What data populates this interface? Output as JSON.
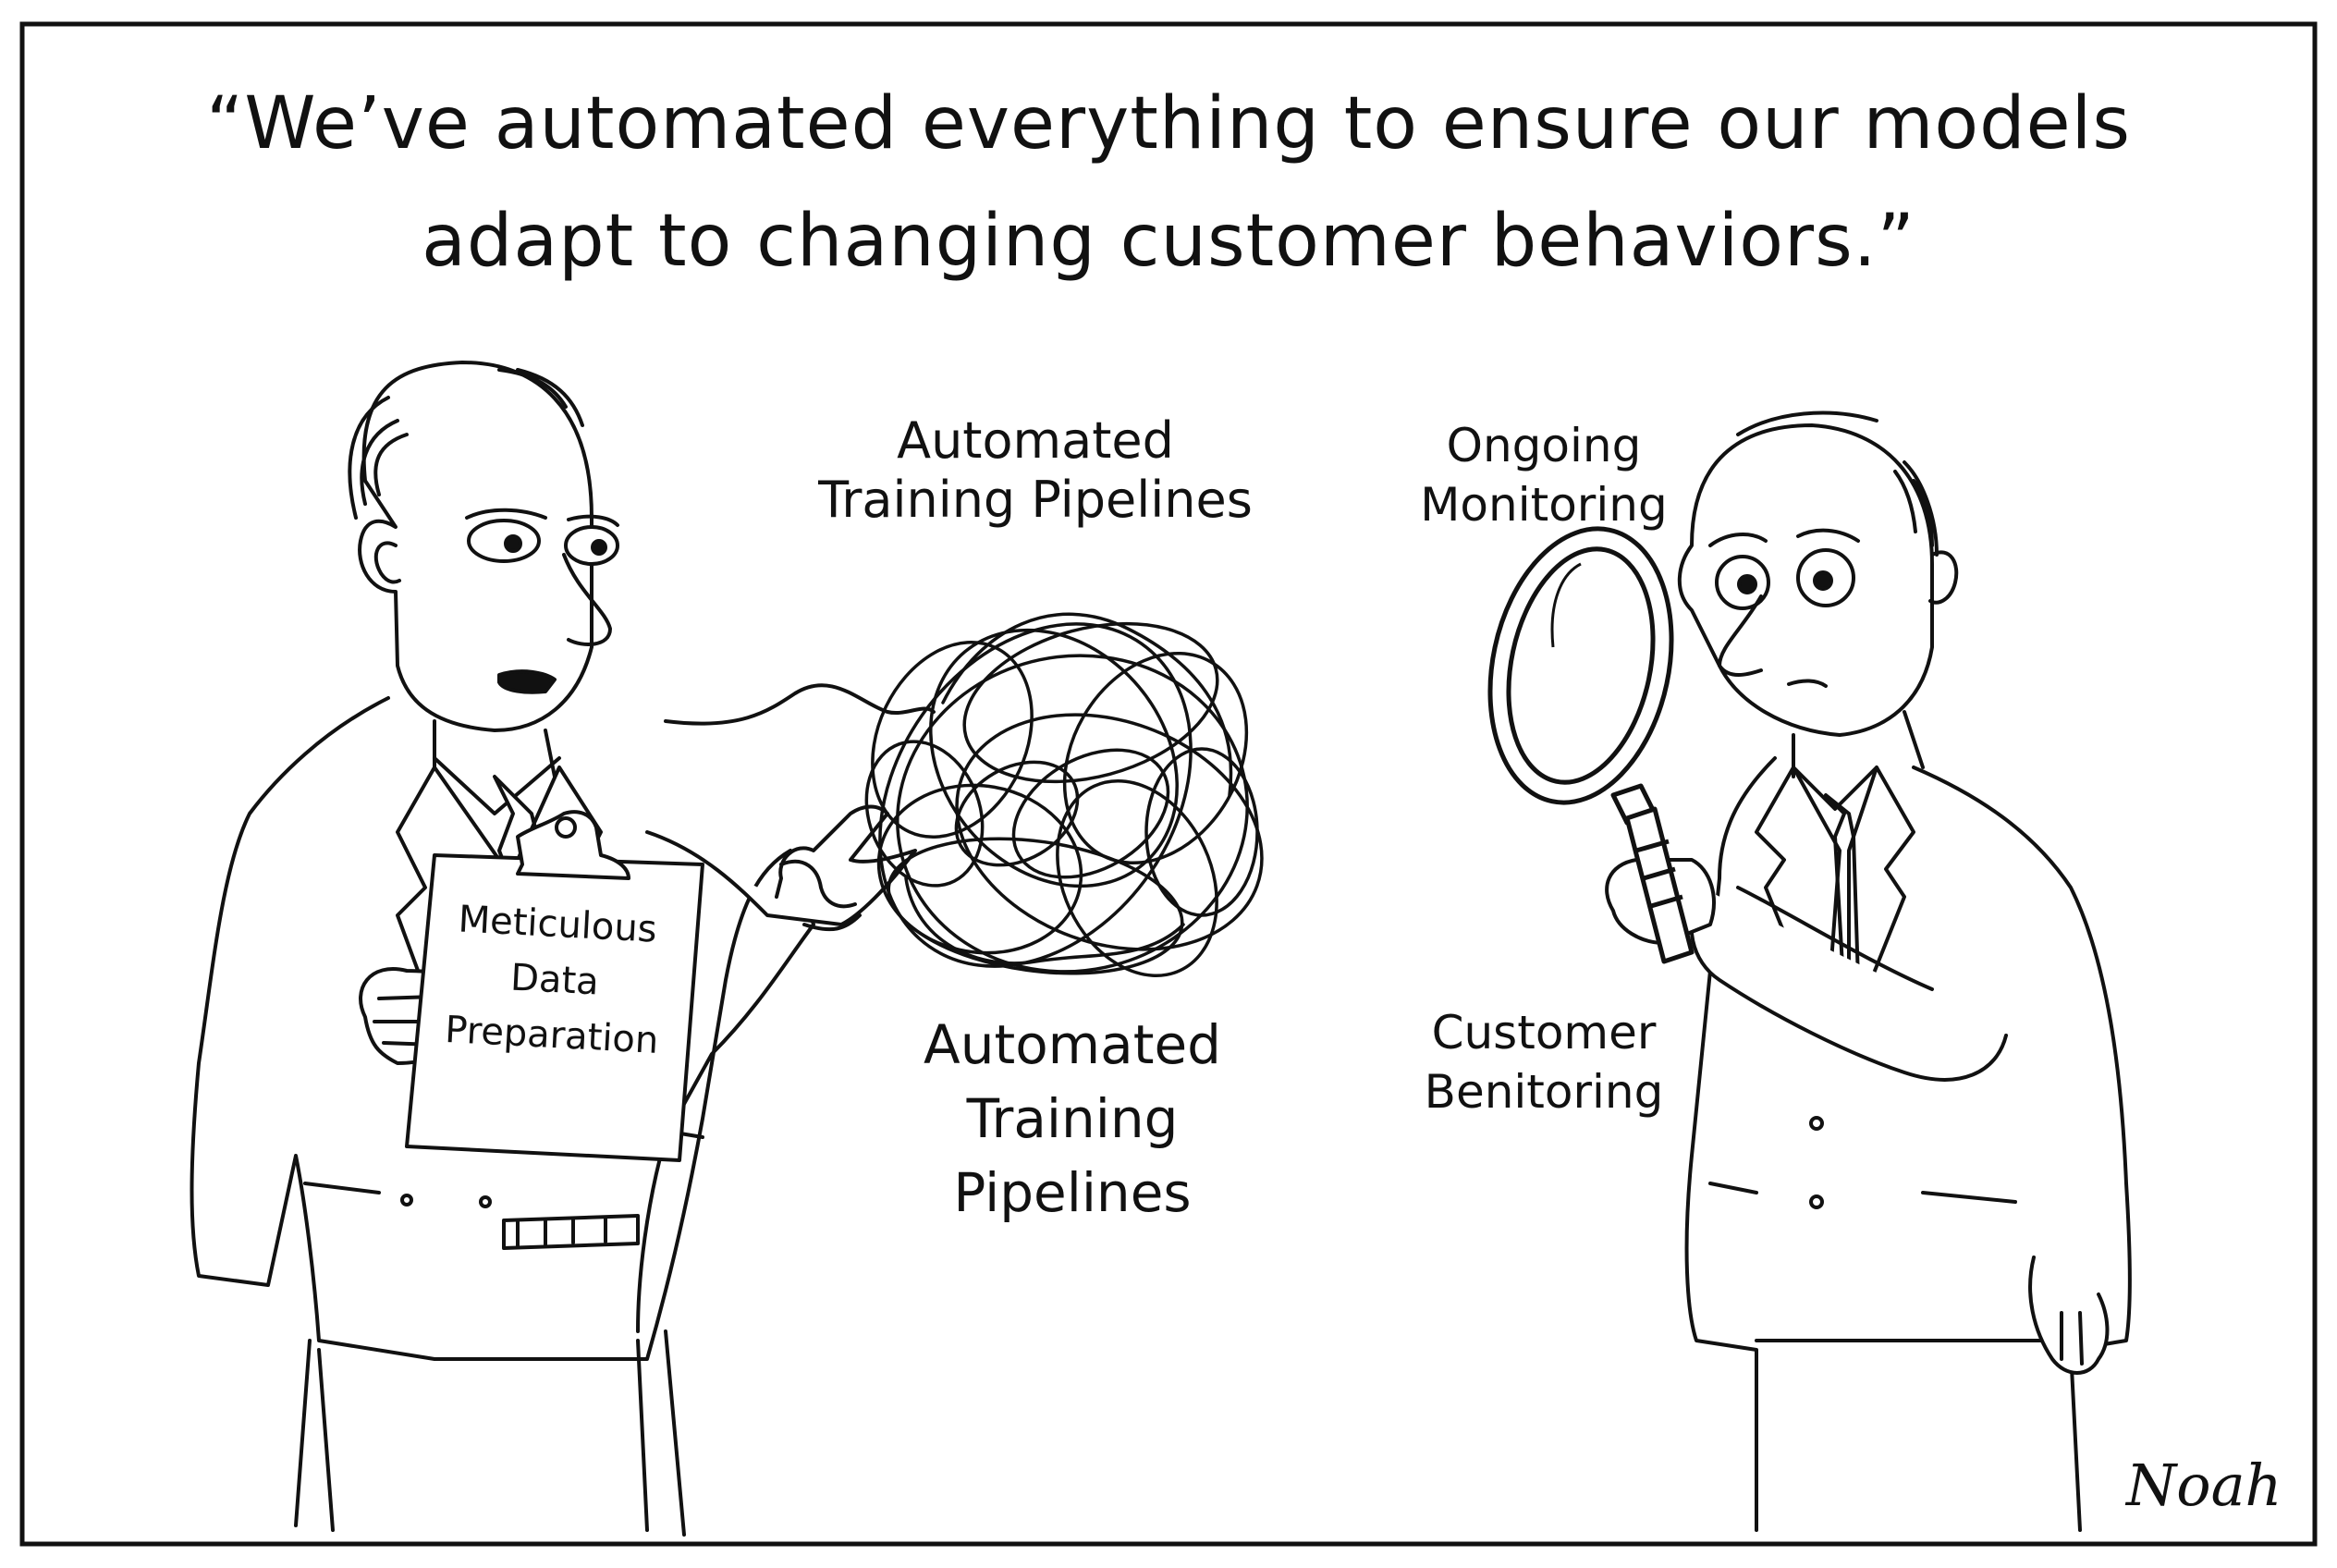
{
  "caption": {
    "line1": "“We’ve automated everything to ensure our models",
    "line2": "adapt to changing customer behaviors.”"
  },
  "labels": {
    "top_center": [
      "Automated",
      "Training Pipelines"
    ],
    "bottom_center": [
      "Automated",
      "Training",
      "Pipelines"
    ],
    "clipboard": [
      "Meticulous",
      "Data",
      "Preparation"
    ],
    "top_right": [
      "Ongoing",
      "Monitoring"
    ],
    "mid_right": [
      "Customer",
      "Benitoring"
    ]
  },
  "signature": "Noah",
  "icons": {
    "left_figure": "man-with-clipboard-pointing",
    "right_figure": "man-with-magnifying-glass",
    "tangle": "tangled-scribble",
    "magnifier": "magnifying-glass-icon",
    "clipboard": "clipboard-icon"
  },
  "colors": {
    "ink": "#111111",
    "paper": "#ffffff"
  }
}
